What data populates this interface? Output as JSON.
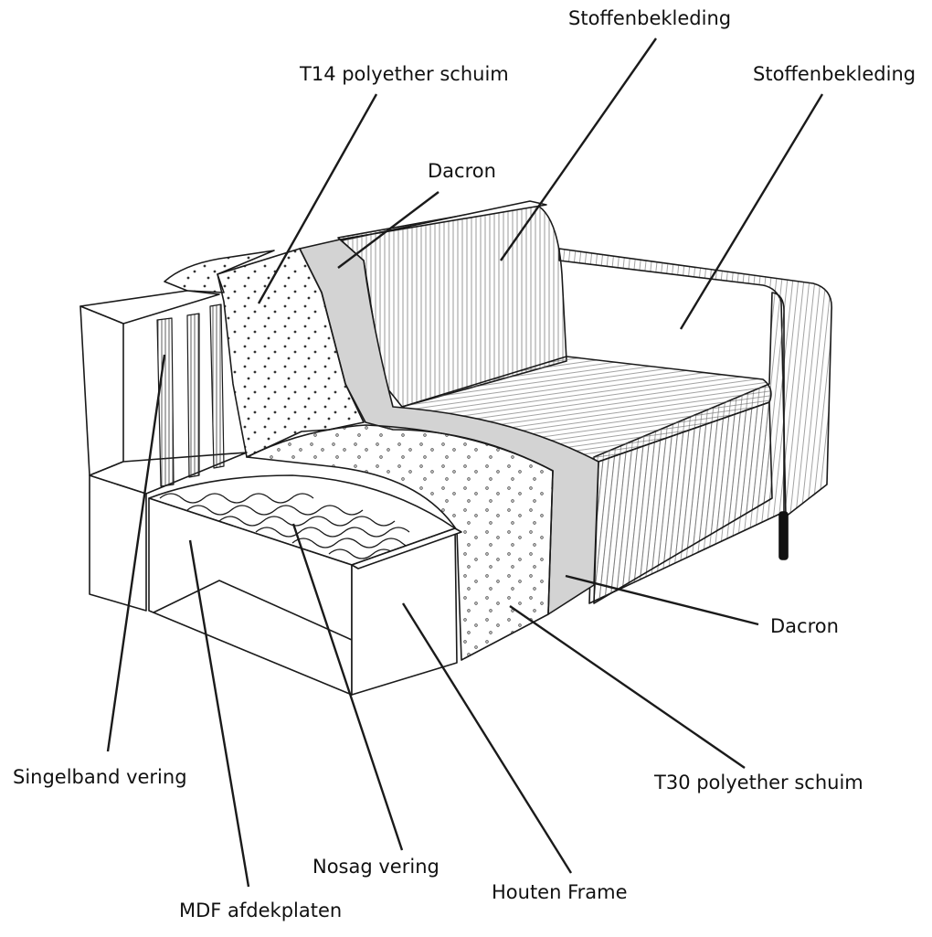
{
  "diagram": {
    "labels": {
      "stof_top": "Stoffenbekleding",
      "stof_right": "Stoffenbekleding",
      "t14": "T14 polyether schuim",
      "dacron_top": "Dacron",
      "dacron_right": "Dacron",
      "t30": "T30 polyether schuim",
      "singelband": "Singelband vering",
      "nosag": "Nosag vering",
      "houten": "Houten Frame",
      "mdf": "MDF afdekplaten"
    },
    "colors": {
      "line": "#1a1a1a",
      "dacron_fill": "#d3d3d3",
      "foam_dots": "#333333",
      "leg": "#111111"
    }
  }
}
